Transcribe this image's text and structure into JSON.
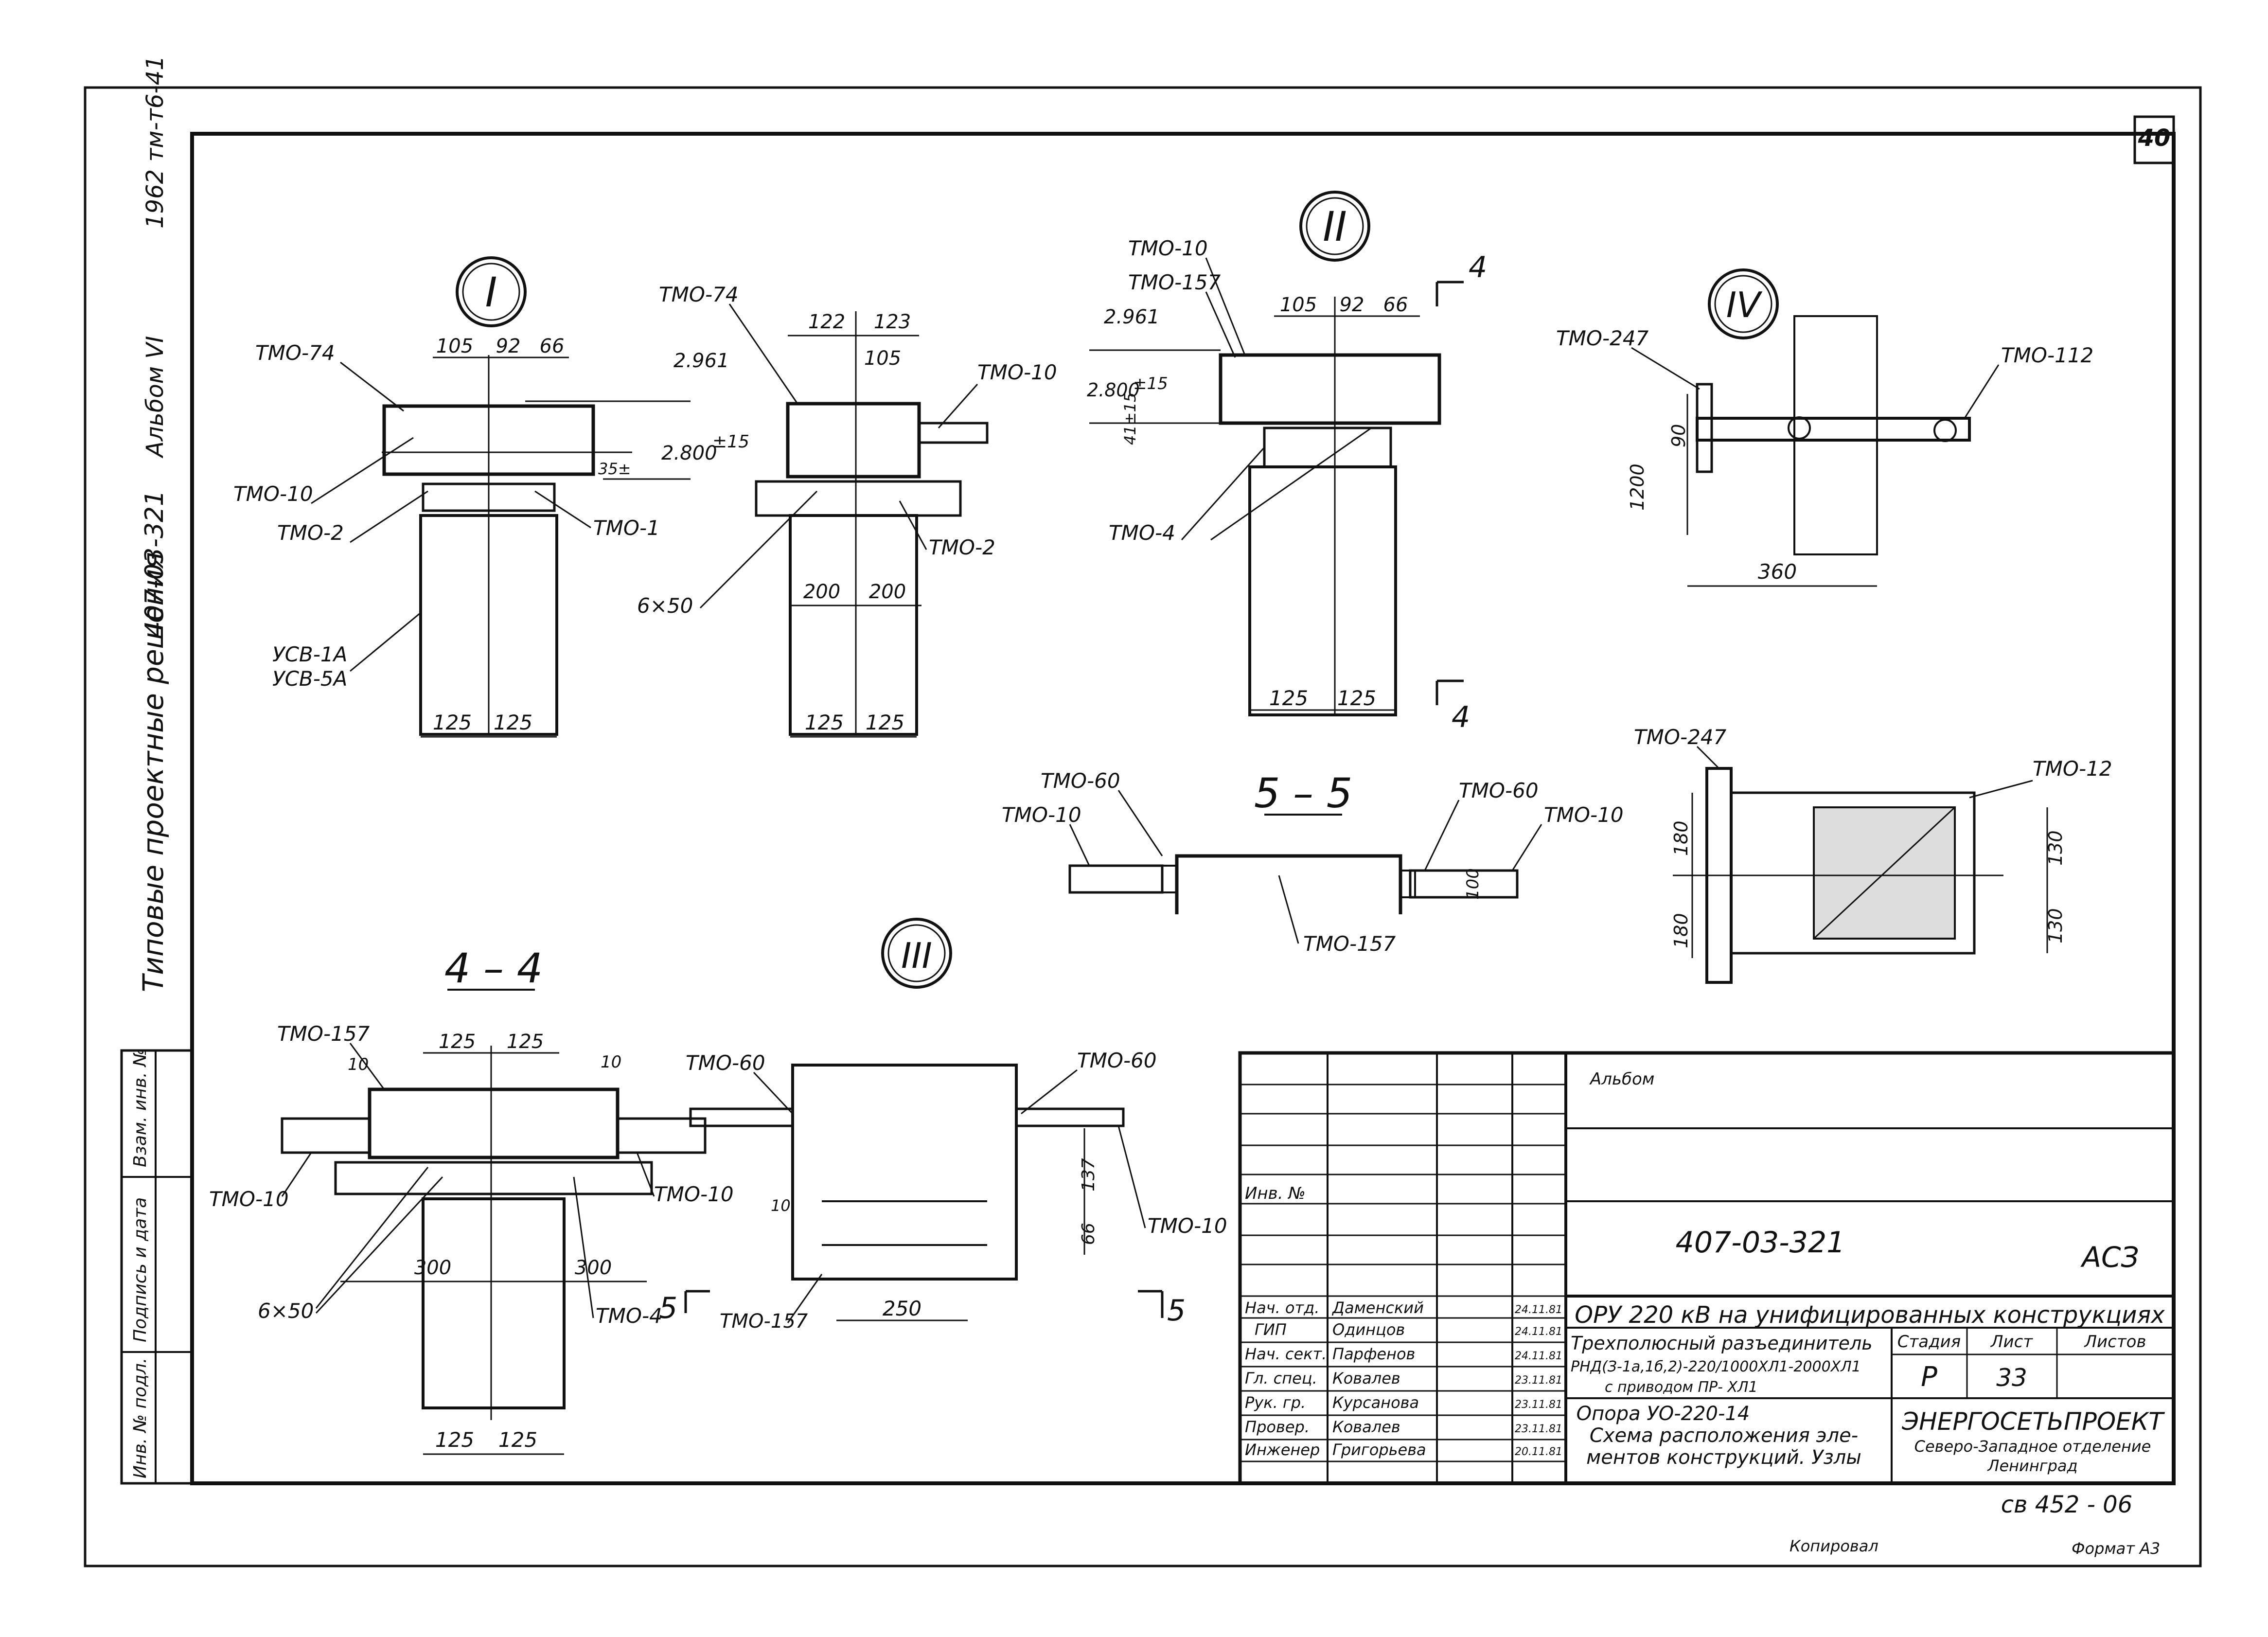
{
  "sheet_number": "40",
  "margin": {
    "doc_code": "407-03-321",
    "album": "Альбом VI",
    "inv_code": "1962 тм-т6-41",
    "series_title": "Типовые проектные решения",
    "box_labels": [
      "Взам. инв. №",
      "Подпись и дата",
      "Инв. № подл."
    ]
  },
  "nodes": {
    "I": {
      "marker": "I",
      "labels": [
        "ТМО-74",
        "ТМО-10",
        "ТМО-2",
        "ТМО-1",
        "УСВ-1А",
        "УСВ-5А"
      ],
      "dims_top": [
        "105",
        "92",
        "66"
      ],
      "levels": [
        "2.961",
        "2.800",
        "±15",
        "35±"
      ],
      "dims_bottom": [
        "125",
        "125"
      ]
    },
    "Ib": {
      "labels": [
        "ТМО-74",
        "ТМО-10",
        "ТМО-2",
        "6×50"
      ],
      "dims_top": [
        "122",
        "123",
        "105"
      ],
      "dims_mid": [
        "200",
        "200"
      ],
      "dims_bottom": [
        "125",
        "125"
      ]
    },
    "II": {
      "marker": "II",
      "labels": [
        "ТМО-10",
        "ТМО-157",
        "ТМО-4"
      ],
      "dims_top": [
        "105",
        "92",
        "66"
      ],
      "levels": [
        "2.961",
        "2.800",
        "±15",
        "41±15"
      ],
      "dims_bottom": [
        "125",
        "125"
      ],
      "cut_mark": "4"
    },
    "IV": {
      "marker": "IV",
      "labels": [
        "ТМО-247",
        "ТМО-112"
      ],
      "dims": [
        "90",
        "1200",
        "360"
      ]
    },
    "IVb": {
      "labels": [
        "ТМО-247",
        "ТМО-12"
      ],
      "dims_left": [
        "180",
        "180"
      ],
      "dims_right": [
        "130",
        "130"
      ]
    },
    "sec55": {
      "title": "5 – 5",
      "labels": [
        "ТМО-60",
        "ТМО-10",
        "ТМО-60",
        "ТМО-10",
        "ТМО-157"
      ],
      "dims": [
        "100"
      ]
    },
    "sec44": {
      "title": "4 – 4",
      "labels": [
        "ТМО-157",
        "ТМО-10",
        "ТМО-10",
        "6×50",
        "ТМО-4"
      ],
      "dims_top": [
        "125",
        "125",
        "10",
        "10"
      ],
      "dims_mid": [
        "300",
        "300"
      ],
      "dims_bottom": [
        "125",
        "125"
      ]
    },
    "III": {
      "marker": "III",
      "labels": [
        "ТМО-60",
        "ТМО-60",
        "ТМО-10",
        "ТМО-157"
      ],
      "dims": [
        "137",
        "66",
        "10",
        "250"
      ],
      "cut_mark": "5"
    }
  },
  "title_block": {
    "rows": [
      {
        "role": "Нач. отд.",
        "name": "Даменский",
        "date": "24.11.81"
      },
      {
        "role": "ГИП",
        "name": "Одинцов",
        "date": "24.11.81"
      },
      {
        "role": "Нач. сект.",
        "name": "Парфенов",
        "date": "24.11.81"
      },
      {
        "role": "Гл. спец.",
        "name": "Ковалев",
        "date": "23.11.81"
      },
      {
        "role": "Рук. гр.",
        "name": "Курсанова",
        "date": "23.11.81"
      },
      {
        "role": "Провер.",
        "name": "Ковалев",
        "date": "23.11.81"
      },
      {
        "role": "Инженер",
        "name": "Григорьева",
        "date": "20.11.81"
      }
    ],
    "inv_label": "Инв. №",
    "ghost": "Альбом",
    "code": "407-03-321",
    "mark": "АСЗ",
    "project": "ОРУ 220 кВ на унифицированных конструкциях",
    "desc": [
      "Трехполюсный разъединитель",
      "РНД(З-1а,1б,2)-220/1000ХЛ1-2000ХЛ1",
      "с приводом ПР- ХЛ1"
    ],
    "sheet_title": [
      "Опора УО-220-14",
      "Схема расположения эле-",
      "ментов конструкций. Узлы"
    ],
    "stage_hdr": "Стадия",
    "sheet_hdr": "Лист",
    "sheets_hdr": "Листов",
    "stage": "Р",
    "sheet": "33",
    "org": "ЭНЕРГОСЕТЬПРОЕКТ",
    "org_sub": [
      "Северо-Западное отделение",
      "Ленинград"
    ]
  },
  "stamp_code": "св 452 - 06",
  "footer": {
    "copied": "Копировал",
    "format": "Формат А3"
  }
}
